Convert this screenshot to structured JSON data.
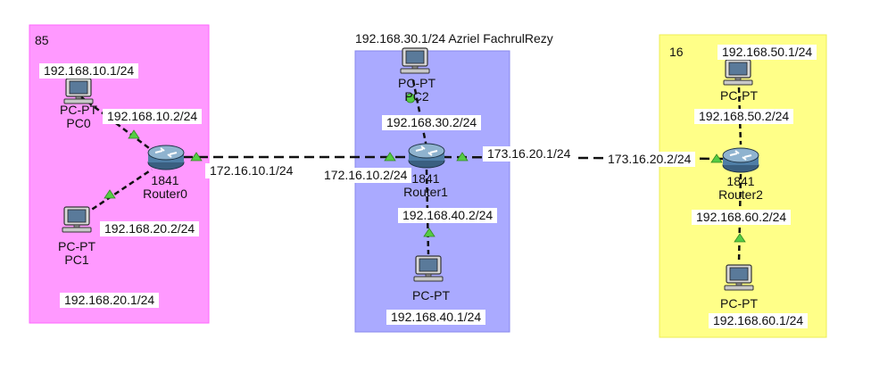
{
  "zones": {
    "pink": {
      "label": "85",
      "color": "#ff99ff"
    },
    "blue": {
      "label": "",
      "color": "#aaaaff"
    },
    "yellow": {
      "label": "16",
      "color": "#ffff88"
    }
  },
  "header_note": "192.168.30.1/24  Azriel FachrulRezy",
  "devices": {
    "pc0": {
      "type": "PC-PT",
      "name": "PC0"
    },
    "pc1": {
      "type": "PC-PT",
      "name": "PC1"
    },
    "pc2": {
      "type": "PC-PT",
      "name": "PC2"
    },
    "pc3": {
      "type": "PC-PT",
      "name": ""
    },
    "pc4": {
      "type": "PC-PT",
      "name": ""
    },
    "pc5": {
      "type": "PC-PT",
      "name": ""
    },
    "router0": {
      "model": "1841",
      "name": "Router0"
    },
    "router1": {
      "model": "1841",
      "name": "Router1"
    },
    "router2": {
      "model": "1841",
      "name": "Router2"
    }
  },
  "addresses": {
    "pc0_ip": "192.168.10.1/24",
    "r0_lan1": "192.168.10.2/24",
    "pc1_gw_side": "192.168.20.2/24",
    "pc1_ip": "192.168.20.1/24",
    "r0_wan": "172.16.10.1/24",
    "r1_wan0": "172.16.10.2/24",
    "r1_lan30": "192.168.30.2/24",
    "r1_lan40": "192.168.40.2/24",
    "pc_40_ip": "192.168.40.1/24",
    "r1_wan1": "173.16.20.1/24",
    "r2_wan": "173.16.20.2/24",
    "pc_50_ip": "192.168.50.1/24",
    "r2_lan50": "192.168.50.2/24",
    "r2_lan60": "192.168.60.2/24",
    "pc_60_ip": "192.168.60.1/24"
  }
}
